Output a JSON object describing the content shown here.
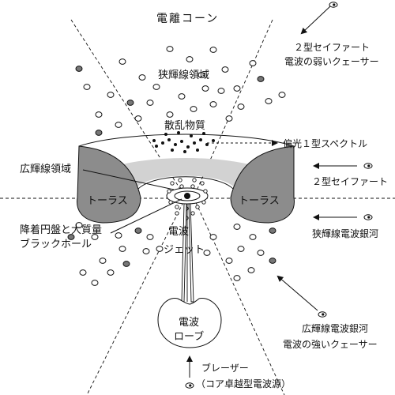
{
  "labels": {
    "ionization_cone": "電離コーン",
    "narrow_line_region": "狭輝線領域",
    "scatterer": "散乱物質",
    "broad_line_region": "広輝線領域",
    "torus_left": "トーラス",
    "torus_right": "トーラス",
    "disk_bh_line1": "降着円盤と大質量",
    "disk_bh_line2": "ブラックホール",
    "radio_jet_line1": "電波",
    "radio_jet_line2": "ジェット",
    "radio_lobe_line1": "電波",
    "radio_lobe_line2": "ローブ"
  },
  "observers": {
    "type2_radio_quiet_line1": "２型セイファート",
    "type2_radio_quiet_line2": "電波の弱いクェーサー",
    "polarized_spectrum": "偏光１型スペクトル",
    "type2_seyfert": "２型セイファート",
    "nlrg": "狭輝線電波銀河",
    "blrg_line1": "広輝線電波銀河",
    "blrg_line2": "電波の強いクェーサー",
    "blazar_line1": "ブレーザー",
    "blazar_line2": "（コア卓越型電波源）"
  },
  "icons": {
    "observer_eye": "eye-icon",
    "observer_arrow": "arrow-icon"
  },
  "colors": {
    "torus_dark": "#8c8c8c",
    "torus_light": "#d2d2d2",
    "cloud_filled": "#777777",
    "line": "#111111"
  }
}
